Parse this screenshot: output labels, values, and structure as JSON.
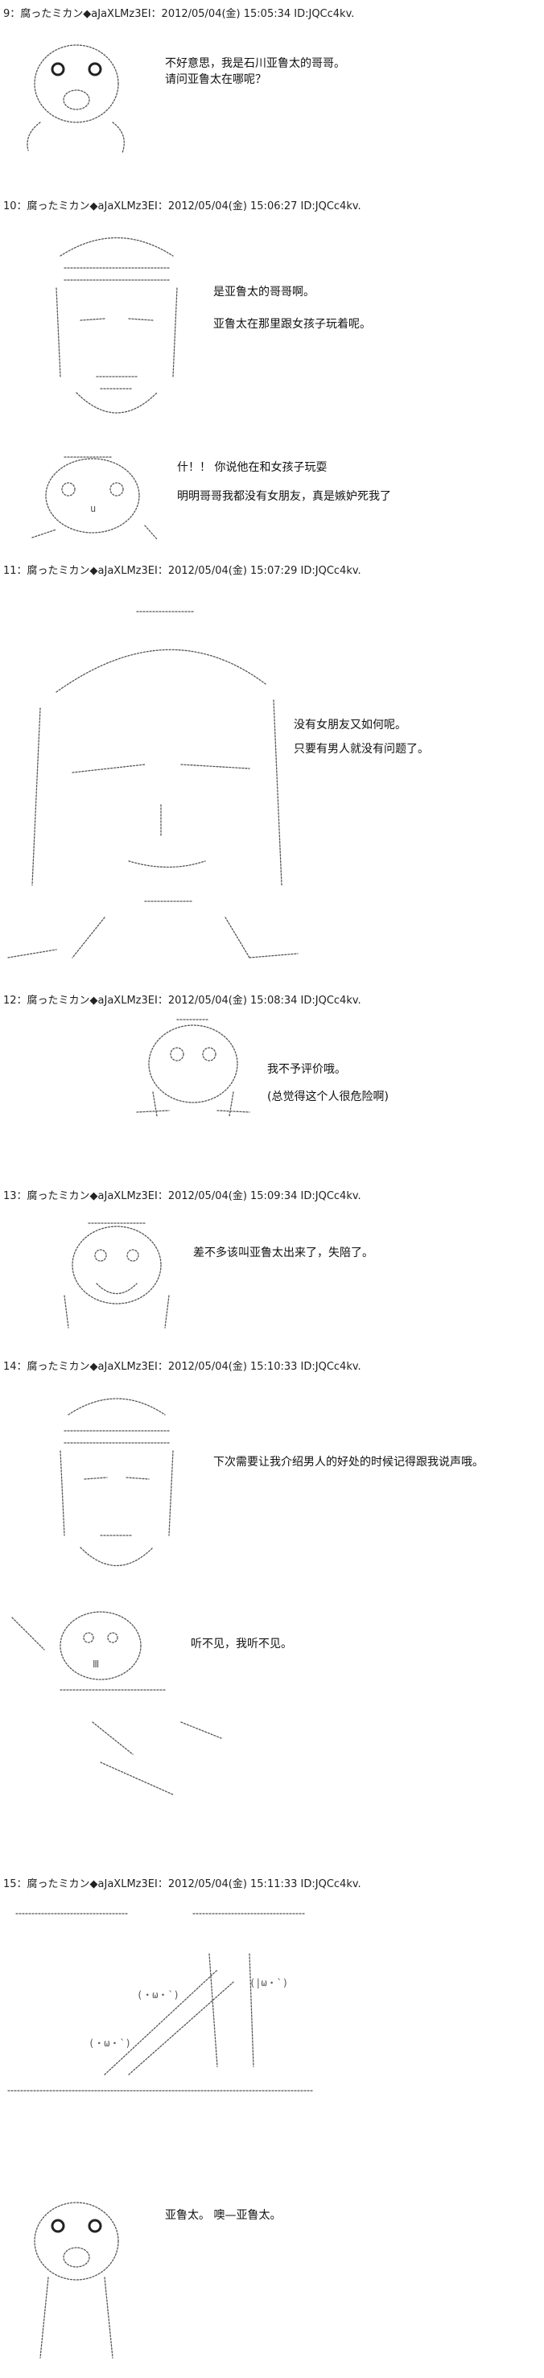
{
  "posts": [
    {
      "header": "9：腐ったミカン◆aJaXLMz3EI：2012/05/04(金) 15:05:34 ID:JQCc4kv.",
      "lines": [
        "不好意思，我是石川亚鲁太的哥哥。",
        "请问亚鲁太在哪呢？"
      ]
    },
    {
      "header": "10：腐ったミカン◆aJaXLMz3EI：2012/05/04(金) 15:06:27 ID:JQCc4kv.",
      "lines": [
        "是亚鲁太的哥哥啊。",
        "亚鲁太在那里跟女孩子玩着呢。",
        "什！！  你说他在和女孩子玩耍",
        "明明哥哥我都没有女朋友，真是嫉妒死我了"
      ]
    },
    {
      "header": "11：腐ったミカン◆aJaXLMz3EI：2012/05/04(金) 15:07:29 ID:JQCc4kv.",
      "lines": [
        "没有女朋友又如何呢。",
        "只要有男人就没有问题了。"
      ]
    },
    {
      "header": "12：腐ったミカン◆aJaXLMz3EI：2012/05/04(金) 15:08:34 ID:JQCc4kv.",
      "lines": [
        "我不予评价哦。",
        "(总觉得这个人很危险啊)"
      ]
    },
    {
      "header": "13：腐ったミカン◆aJaXLMz3EI：2012/05/04(金) 15:09:34 ID:JQCc4kv.",
      "lines": [
        "差不多该叫亚鲁太出来了，失陪了。"
      ]
    },
    {
      "header": "14：腐ったミカン◆aJaXLMz3EI：2012/05/04(金) 15:10:33 ID:JQCc4kv.",
      "lines": [
        "下次需要让我介绍男人的好处的时候记得跟我说声哦。",
        "听不见，我听不见。"
      ]
    },
    {
      "header": "15：腐ったミカン◆aJaXLMz3EI：2012/05/04(金) 15:11:33 ID:JQCc4kv.",
      "lines": [
        "亚鲁太。   噢—亚鲁太。"
      ]
    }
  ],
  "art_text": {
    "face_mouth": "ω",
    "nose_label": "u",
    "sign": "Ⅲ",
    "eyes_small": "(・ω・`)",
    "eyes_right": "(|ω・`)"
  }
}
